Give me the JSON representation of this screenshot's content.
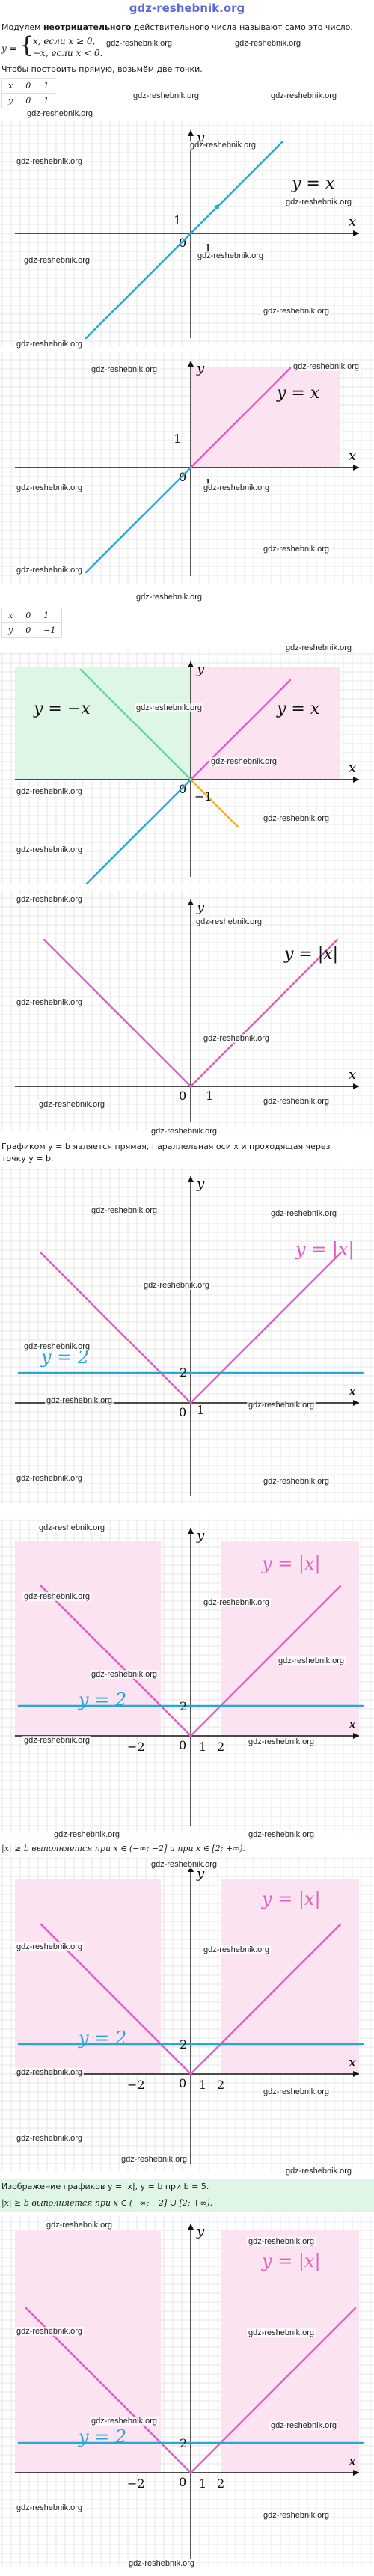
{
  "header": {
    "site": "gdz-reshebnik.org"
  },
  "watermark": "gdz-reshebnik.org",
  "text": {
    "intro_pre": "Модулем ",
    "intro_bold": "неотрицательного",
    "intro_post": " действительного числа называют само это число.",
    "piecewise_lhs": "y =",
    "case1": "x, если x ≥ 0,",
    "case2": "−x, если x < 0.",
    "build_line": "Чтобы построить прямую, возьмём две точки.",
    "line_b_1": "Графиком y = b является прямая, параллельная оси x и проходящая через",
    "line_b_2": "точку y = b.",
    "ineq_1": "|x| ≥ b выполняется при x ∈ (−∞; −2] и при x ∈ [2; +∞).",
    "hl_1": "Изображение графиков y = |x|, y = b при b = 5.",
    "hl_2": "|x| ≥ b выполняется при x ∈ (−∞; −2] ∪ [2; +∞)."
  },
  "tables": {
    "t1": {
      "x_label": "x",
      "x": [
        "0",
        "1"
      ],
      "y_label": "y",
      "y": [
        "0",
        "1"
      ]
    },
    "t2": {
      "x_label": "x",
      "x": [
        "0",
        "1"
      ],
      "y_label": "y",
      "y": [
        "0",
        "−1"
      ]
    }
  },
  "graphs": {
    "axis_x": "x",
    "axis_y": "y",
    "origin": "0",
    "one": "1",
    "two": "2",
    "minus_two": "−2",
    "label_y_eq_x": "y = x",
    "label_y_eq_minus_x": "y = −x",
    "label_y_abs": "y = |x|",
    "label_y_eq_2": "y = 2",
    "colors": {
      "blue": "#29a8d8",
      "pink": "#e05fc0",
      "green": "#6ed49a",
      "orange": "#f2b233",
      "pink_fill": "#fbe3f1",
      "green_fill": "#ddf6e5",
      "grid": "#e6e6e6"
    }
  }
}
